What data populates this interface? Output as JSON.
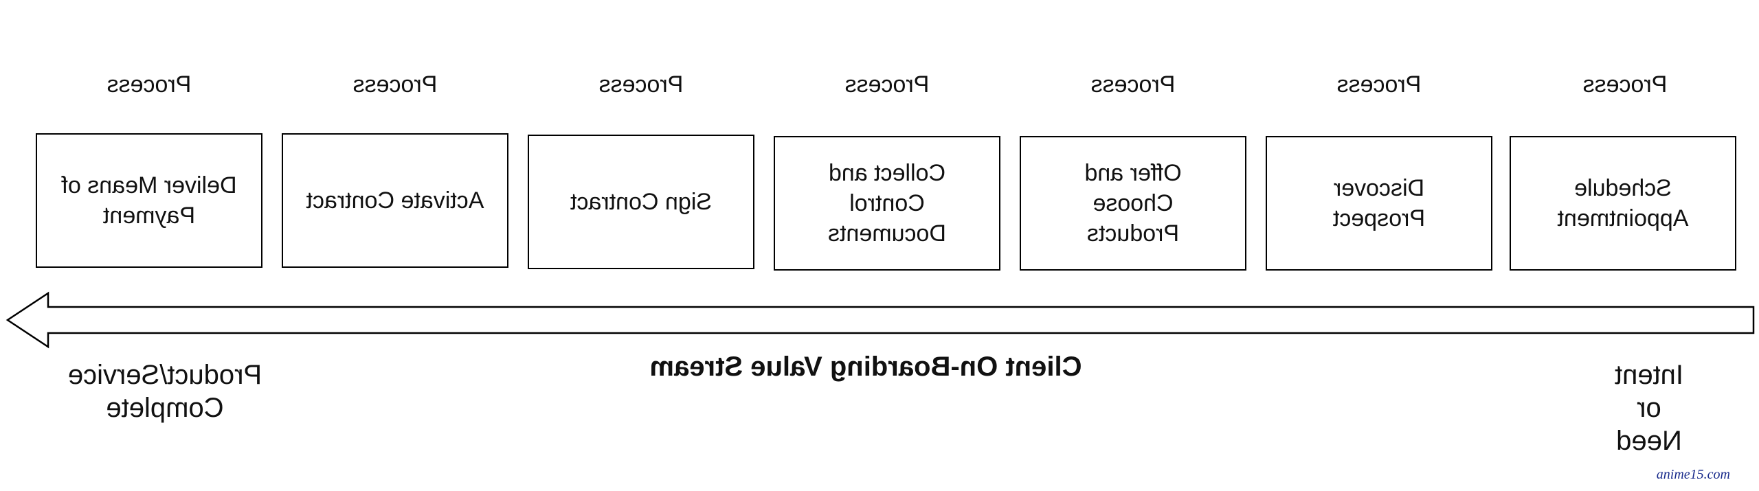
{
  "steps": [
    {
      "stage": "Process",
      "name": "Schedule\nAppointment"
    },
    {
      "stage": "Process",
      "name": "Discover\nProspect"
    },
    {
      "stage": "Process",
      "name": "Offer and\nChoose\nProducts"
    },
    {
      "stage": "Process",
      "name": "Collect and\nControl\nDocuments"
    },
    {
      "stage": "Process",
      "name": "Sign Contract"
    },
    {
      "stage": "Process",
      "name": "Activate Contract"
    },
    {
      "stage": "Process",
      "name": "Deliver Means of\nPayment"
    }
  ],
  "start_label": "Intent\nor\nNeed",
  "end_label": "Product/Service\nComplete",
  "stream_title": "Client On-Boarding Value Stream",
  "watermark": "anime15.com",
  "colors": {
    "stroke": "#000000",
    "text": "#111111",
    "watermark": "#1a2c8c"
  }
}
